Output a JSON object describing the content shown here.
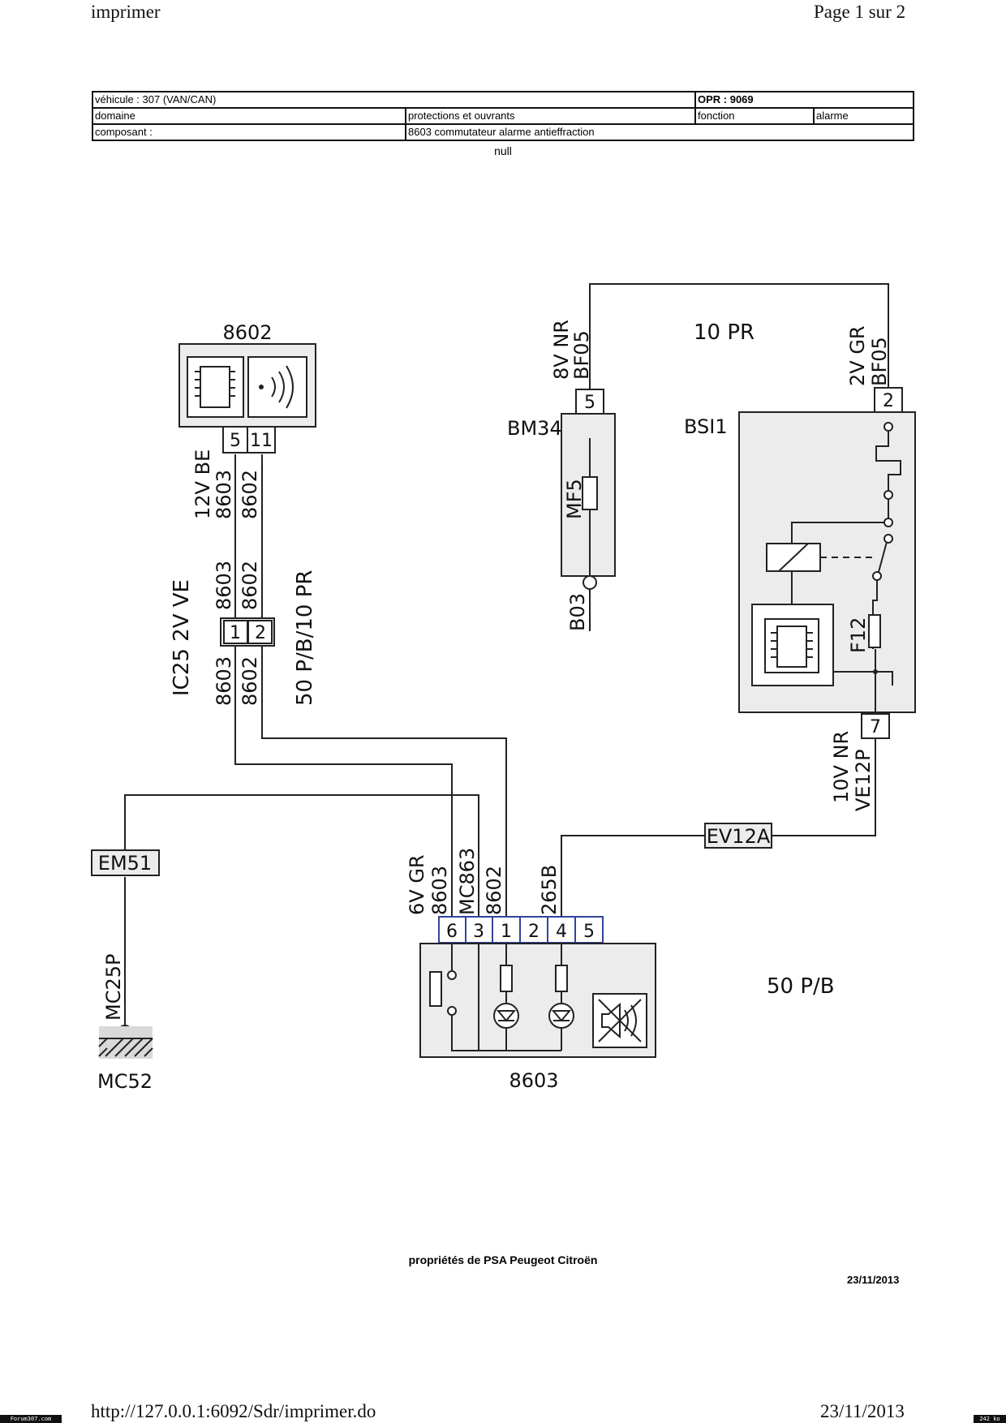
{
  "browser_header": {
    "left": "imprimer",
    "right": "Page 1 sur 2"
  },
  "info_table": {
    "vehicule": "véhicule : 307 (VAN/CAN)",
    "opr": "OPR : 9069",
    "domaine_label": "domaine",
    "domaine_value": "protections et ouvrants",
    "fonction_label": "fonction",
    "fonction_value": "alarme",
    "composant_label": "composant :",
    "composant_value": "8603 commutateur alarme antieffraction"
  },
  "null_text": "null",
  "diagram": {
    "c8602": {
      "name": "8602",
      "pin_a": "5",
      "pin_b": "11"
    },
    "wire_labels": {
      "w12v_be": "12V BE",
      "w8603_a": "8603",
      "w8602_a": "8602",
      "w8603_b": "8603",
      "w8602_b": "8602",
      "w8603_c": "8603",
      "w8602_c": "8602",
      "ic25": "IC25 2V VE",
      "p50_10": "50 P/B/10 PR"
    },
    "ic25_pins": [
      "1",
      "2"
    ],
    "bm34": {
      "name": "BM34",
      "pin": "5",
      "fuse": "MF5",
      "ground": "B03"
    },
    "bm34_wire": [
      "8V NR",
      "BF05"
    ],
    "harness_10pr": "10 PR",
    "bsi1": {
      "name": "BSI1",
      "pin_top": "2",
      "pin_bottom": "7",
      "fuse": "F12"
    },
    "bsi_wire_top": [
      "2V GR",
      "BF05"
    ],
    "bsi_wire_bottom": [
      "10V NR",
      "VE12P"
    ],
    "ev12a": "EV12A",
    "em51": "EM51",
    "mc25p": "MC25P",
    "mc52": "MC52",
    "c8603": {
      "name": "8603",
      "wire_6v_gr": "6V GR",
      "wire_8603": "8603",
      "wire_mc863": "MC863",
      "wire_8602": "8602",
      "wire_265b": "265B",
      "pins": [
        "6",
        "3",
        "1",
        "2",
        "4",
        "5"
      ]
    },
    "harness_50pb": "50 P/B"
  },
  "owner": "propriétés de PSA Peugeot Citroën",
  "owner_date": "23/11/2013",
  "browser_footer": {
    "left": "http://127.0.0.1:6092/Sdr/imprimer.do",
    "right": "23/11/2013"
  },
  "badges": {
    "left": "Forum307.com",
    "right": "242 ko"
  },
  "colors": {
    "wire": "#222222",
    "component_fill": "#ececec",
    "connector_outline": "#334499"
  }
}
